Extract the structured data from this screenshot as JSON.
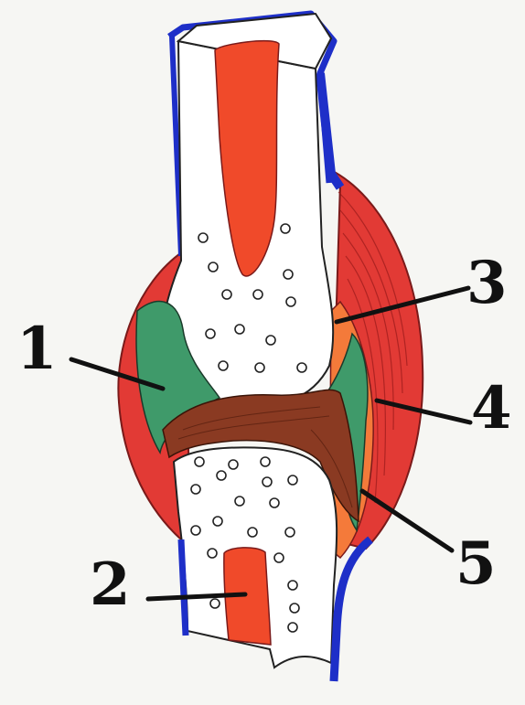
{
  "labels": {
    "one": "1",
    "two": "2",
    "three": "3",
    "four": "4",
    "five": "5"
  },
  "colors": {
    "background": "#f6f6f3",
    "periosteum": "#1e2fc8",
    "bone": "#ffffff",
    "marrow": "#f04a2a",
    "capsule": "#e23a35",
    "cartilage": "#3f9a6a",
    "cavity": "#8a3a22",
    "leader": "#111111"
  }
}
